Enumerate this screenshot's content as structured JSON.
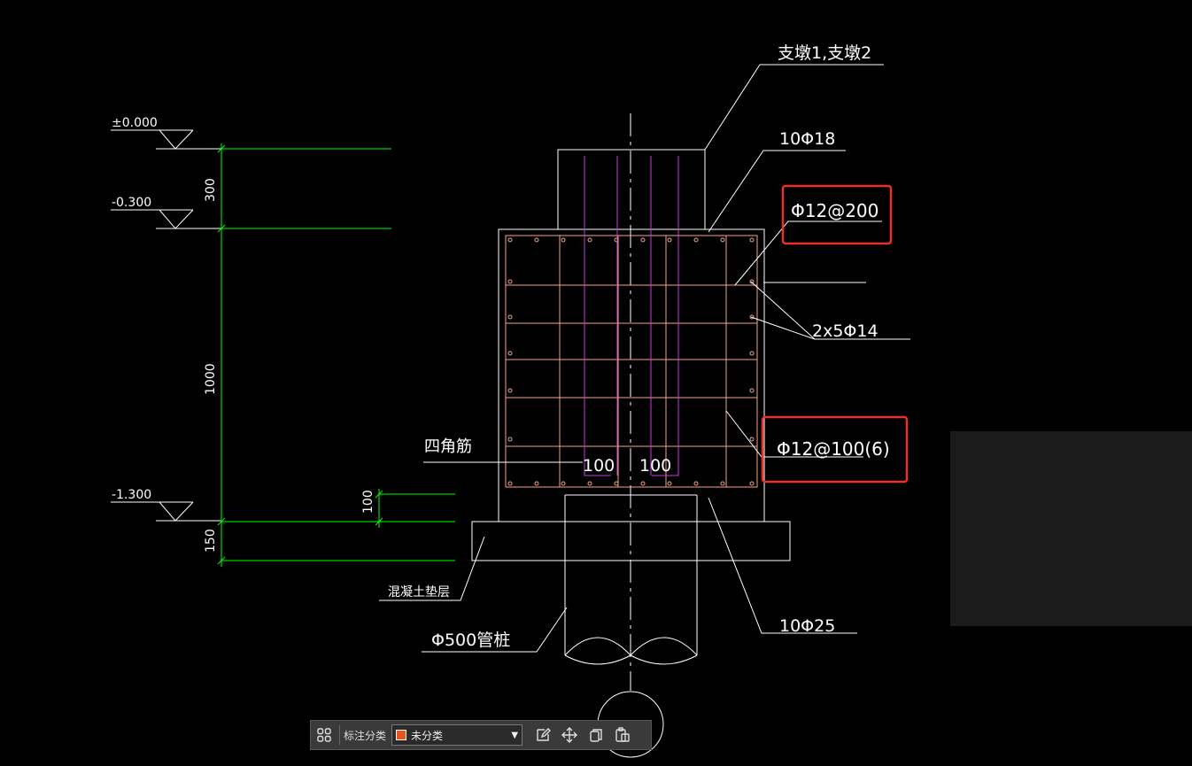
{
  "drawing": {
    "level_0": "±0.000",
    "level_1": "-0.300",
    "level_2": "-1.300",
    "dim_300": "300",
    "dim_1000": "1000",
    "dim_100": "100",
    "dim_150": "150",
    "label_pier": "支墩1,支墩2",
    "label_top_bars": "10Φ18",
    "label_stirrup_top": "Φ12@200",
    "label_side_bars": "2x5Φ14",
    "label_corner_bars": "四角筋",
    "label_spacing_left": "100",
    "label_spacing_right": "100",
    "label_stirrup_bottom": "Φ12@100(6)",
    "label_cushion": "混凝土垫层",
    "label_pile": "Φ500管桩",
    "label_bottom_bars": "10Φ25"
  },
  "toolbar": {
    "category_label": "标注分类",
    "category_value": "未分类",
    "swatch_color": "#e8541e",
    "icons": [
      "grid-icon",
      "edit-icon",
      "move-icon",
      "copy-icon",
      "paste-icon"
    ]
  },
  "colors": {
    "dimension": "#00ff00",
    "rebar_grid": "#f4a587",
    "rebar_vertical": "#c23cd8",
    "highlight": "#e8322a",
    "outline": "#ffffff"
  }
}
